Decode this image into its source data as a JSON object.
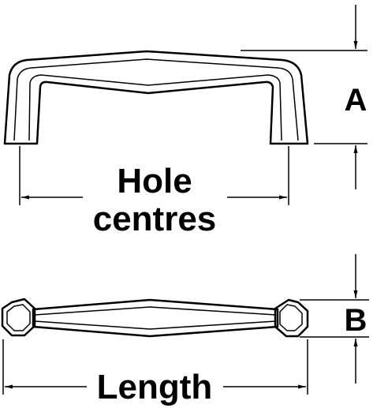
{
  "labels": {
    "hole_centres_line1": "Hole",
    "hole_centres_line2": "centres",
    "dimension_a": "A",
    "dimension_b": "B",
    "length": "Length"
  },
  "colors": {
    "stroke": "#000000",
    "background": "#ffffff"
  }
}
